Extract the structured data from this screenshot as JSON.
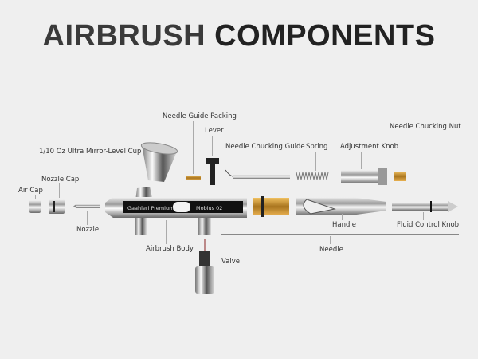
{
  "title": {
    "part1": "AIRBRUSH",
    "part2": "COMPONENTS"
  },
  "body_text": {
    "brand": "Gaahleri Premium",
    "model": "Mobius 02"
  },
  "labels": {
    "needle_guide_packing": "Needle Guide Packing",
    "lever": "Lever",
    "cup": "1/10 Oz Ultra Mirror-Level Cup",
    "needle_chucking_guide": "Needle Chucking Guide",
    "spring": "Spring",
    "adjustment_knob": "Adjustment Knob",
    "needle_chucking_nut": "Needle Chucking Nut",
    "nozzle_cap": "Nozzle Cap",
    "air_cap": "Air Cap",
    "nozzle": "Nozzle",
    "airbrush_body": "Airbrush Body",
    "valve": "Valve",
    "handle": "Handle",
    "fluid_control_knob": "Fluid Control Knob",
    "needle": "Needle"
  },
  "colors": {
    "background": "#efefef",
    "title": "#222222",
    "metal": "#c8c8c8",
    "brass": "#c9952e",
    "black": "#111111"
  }
}
